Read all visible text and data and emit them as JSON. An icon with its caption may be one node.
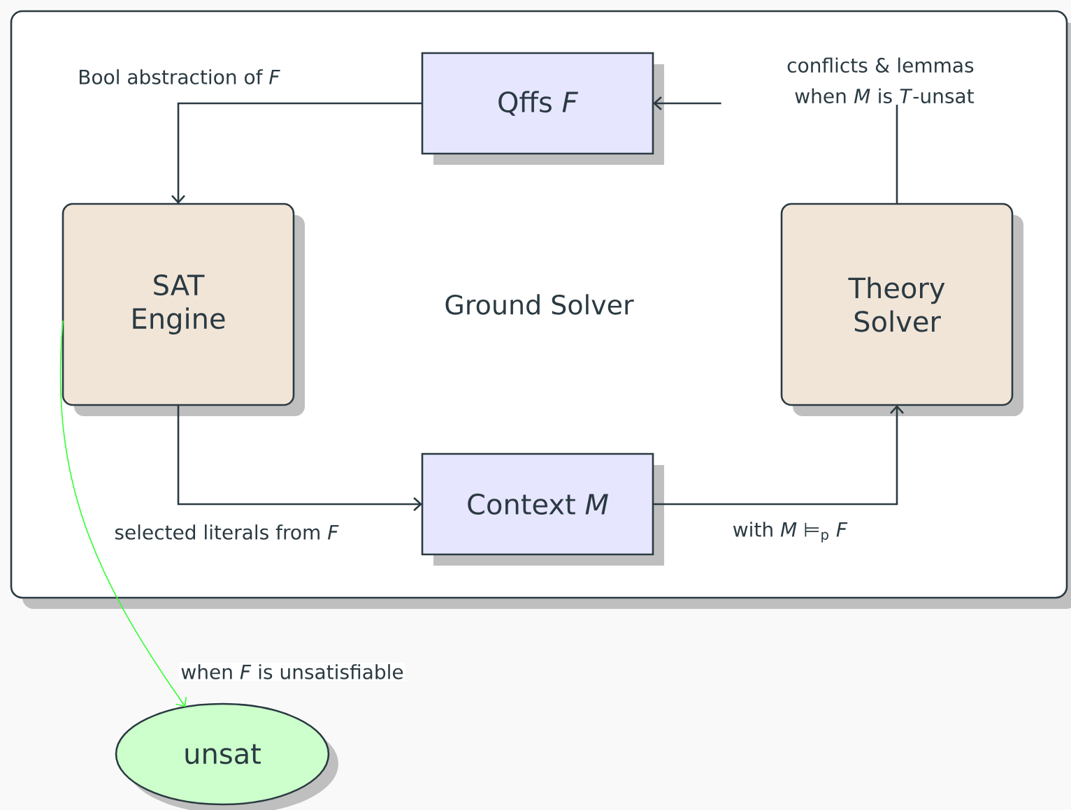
{
  "diagram": {
    "nodes": [
      {
        "text": [
          "Ground Solver"
        ]
      },
      {
        "text": [
          "Qffs *F*"
        ],
        "in": 0
      },
      {
        "text": [
          "SAT Engine"
        ],
        "in": 0
      },
      {
        "text": [
          "Theory Solver"
        ],
        "in": 0
      },
      {
        "text": [
          "Context *M*"
        ],
        "in": 0
      },
      {
        "text": [
          "unsat"
        ]
      }
    ],
    "edges": [
      {
        "from": 1,
        "to": 2,
        "arrow": "to",
        "label": "Bool abstraction of *F*"
      },
      {
        "from": 3,
        "to": 1,
        "arrow": "to",
        "label": "conflicts & lemmas when *M* is *T*-unsat"
      },
      {
        "from": 2,
        "to": 4,
        "arrow": "to",
        "label": "selected literals from *F*"
      },
      {
        "from": 4,
        "to": 3,
        "arrow": "to",
        "label": "with *M* ⊨$_{p}$ *F*"
      },
      {
        "from": 2,
        "to": 5,
        "arrow": "to",
        "label": "when *F* is unsatisfiable",
        "color": "#33ff33"
      }
    ]
  }
}
